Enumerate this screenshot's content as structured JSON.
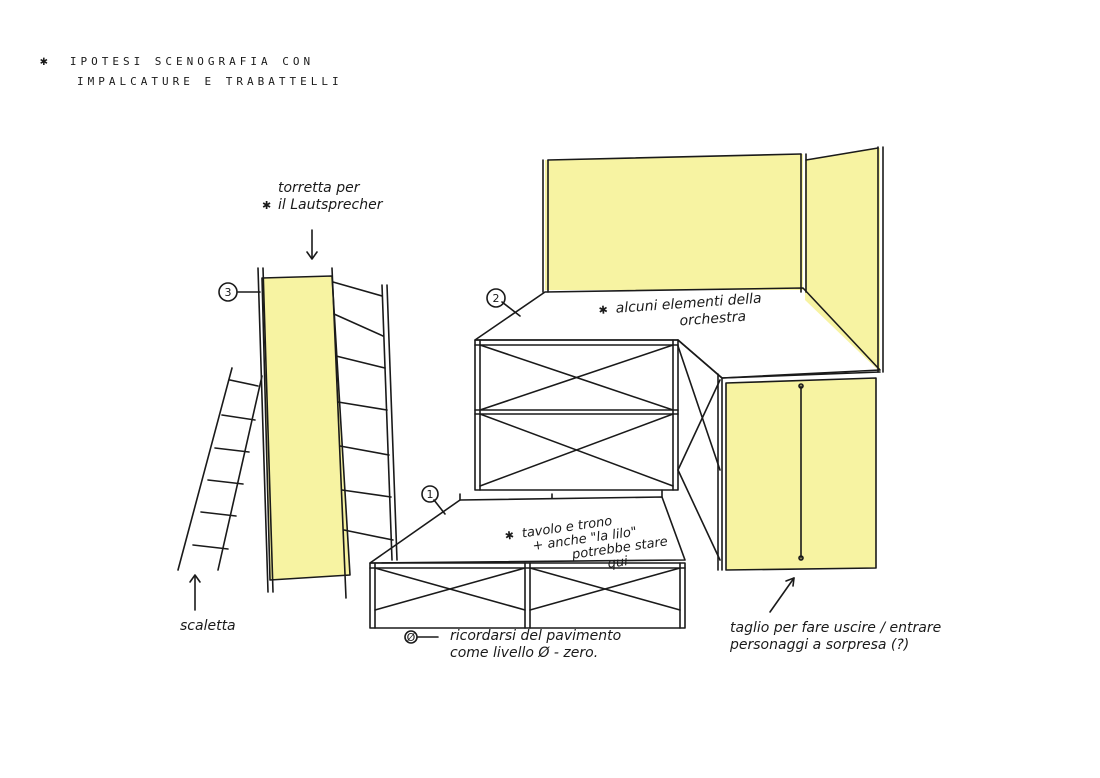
{
  "colors": {
    "ink": "#1a1a1a",
    "fill": "#f7f3a2",
    "paper": "#ffffff"
  },
  "title": {
    "star": "✱",
    "line1": "IPOTESI SCENOGRAFIA CON",
    "line2": "IMPALCATURE E TRABATTELLI"
  },
  "markers": {
    "one": "1",
    "two": "2",
    "three": "3",
    "zero": "Ø"
  },
  "notes": {
    "torretta": {
      "star": "✱",
      "line1": "torretta per",
      "line2": "il Lautsprecher"
    },
    "orchestra": {
      "star": "✱",
      "line1": "alcuni elementi della",
      "line2": "orchestra"
    },
    "tavolo": {
      "star": "✱",
      "line1": "tavolo e trono",
      "line2": "+ anche \"la lilo\"",
      "line3": "potrebbe stare",
      "line4": "qui"
    },
    "scaletta": "scaletta",
    "pavimento": {
      "line1": "ricordarsi del pavimento",
      "line2": "come livello Ø - zero."
    },
    "taglio": {
      "line1": "taglio per fare uscire / entrare",
      "line2": "personaggi a sorpresa (?)"
    }
  }
}
